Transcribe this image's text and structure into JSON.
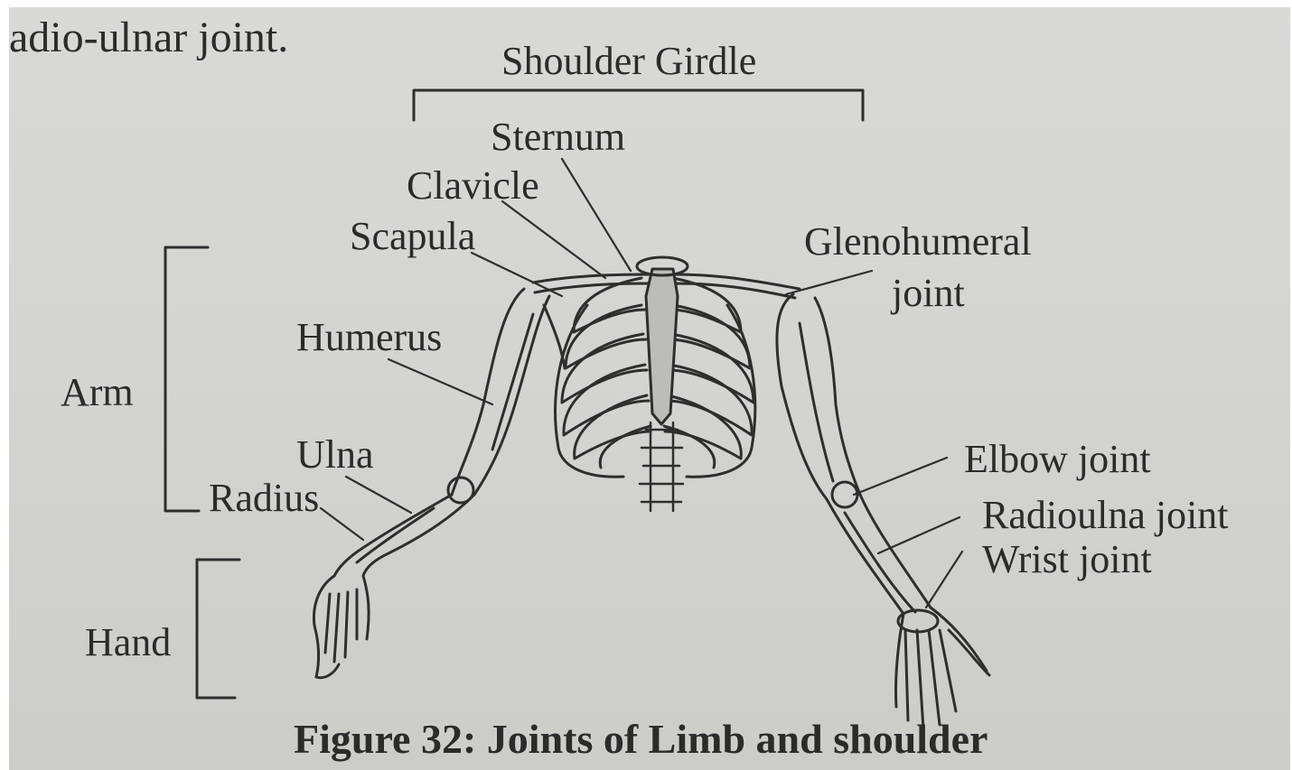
{
  "page": {
    "top_text": "adio-ulnar joint.",
    "caption": "Figure 32: Joints of Limb and shoulder"
  },
  "labels": {
    "shoulder_girdle": "Shoulder Girdle",
    "sternum": "Sternum",
    "clavicle": "Clavicle",
    "scapula": "Scapula",
    "humerus": "Humerus",
    "arm": "Arm",
    "ulna": "Ulna",
    "radius": "Radius",
    "hand": "Hand",
    "glenohumeral_line1": "Glenohumeral",
    "glenohumeral_line2": "joint",
    "elbow_joint": "Elbow joint",
    "radioulna_joint": "Radioulna joint",
    "wrist_joint": "Wrist joint"
  },
  "colors": {
    "paper": "#d6d6d2",
    "ink": "#2b2b2b"
  }
}
